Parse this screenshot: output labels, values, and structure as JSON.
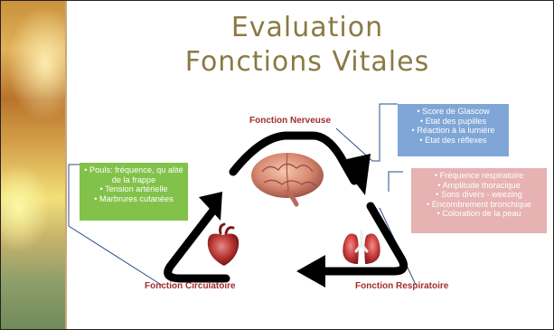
{
  "title": {
    "line1": "Evaluation",
    "line2": "Fonctions Vitales"
  },
  "cycle": {
    "nerveuse": {
      "label": "Fonction Nerveuse",
      "items": [
        "• Score de Glascow",
        "• Etat des pupilles",
        "• Réaction à la lumière",
        "• Etat des réflexes"
      ],
      "color": "#7fa6d6"
    },
    "circulatoire": {
      "label": "Fonction Circulatoire",
      "items": [
        "• Pouls: fréquence, qu alité de la frappe",
        "• Tension artérielle",
        "• Marbrures cutanées"
      ],
      "color": "#83c24a"
    },
    "respiratoire": {
      "label": "Fonction Respiratoire",
      "items": [
        "• Fréquence respiratoire",
        "• Amplitude thoracique",
        "• Sons divers - weezing",
        "• Encombrement bronchique",
        "• Coloration de la peau"
      ],
      "color": "#e7b2b2"
    },
    "label_color": "#a32d2d",
    "title_color": "#8a7a43"
  },
  "icons": {
    "brain": "brain-icon",
    "heart": "heart-icon",
    "lungs": "lungs-icon"
  }
}
